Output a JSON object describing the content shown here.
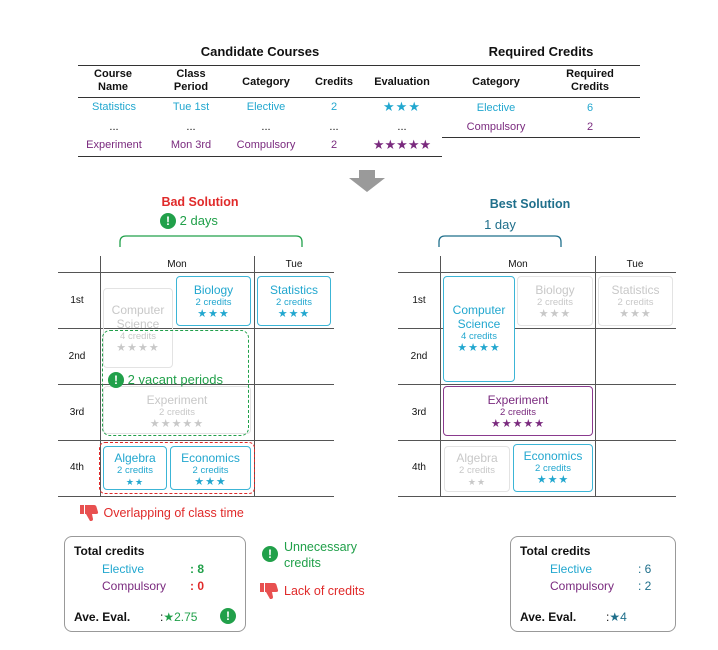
{
  "candidate": {
    "title": "Candidate Courses",
    "headers": [
      "Course\nName",
      "Class\nPeriod",
      "Category",
      "Credits",
      "Evaluation"
    ],
    "rows": [
      {
        "name": "Statistics",
        "period": "Tue 1st",
        "category": "Elective",
        "credits": "2",
        "evaluation": "★★★",
        "color": "#22a7cf"
      },
      {
        "name": "...",
        "period": "...",
        "category": "...",
        "credits": "...",
        "evaluation": "...",
        "color": "#111111"
      },
      {
        "name": "Experiment",
        "period": "Mon 3rd",
        "category": "Compulsory",
        "credits": "2",
        "evaluation": "★★★★★",
        "color": "#7a2a7e"
      }
    ]
  },
  "required": {
    "title": "Required Credits",
    "headers": [
      "Category",
      "Required\nCredits"
    ],
    "rows": [
      {
        "category": "Elective",
        "credits": "6",
        "color": "#22a7cf"
      },
      {
        "category": "Compulsory",
        "credits": "2",
        "color": "#7a2a7e"
      }
    ]
  },
  "bad": {
    "title": "Bad Solution",
    "days": "2 days",
    "col_mon": "Mon",
    "col_tue": "Tue",
    "rows": [
      "1st",
      "2nd",
      "3rd",
      "4th"
    ],
    "vacant": "2 vacant periods",
    "overlap": "Overlapping of class time",
    "summary": {
      "title": "Total credits",
      "elective_label": "Elective",
      "elective_value": ": 8",
      "compulsory_label": "Compulsory",
      "compulsory_value": ": 0",
      "avg_label": "Ave. Eval.",
      "avg_prefix": ":",
      "avg_value": "2.75"
    },
    "unnecessary": "Unnecessary\ncredits",
    "lack": "Lack of credits"
  },
  "best": {
    "title": "Best Solution",
    "days": "1 day",
    "col_mon": "Mon",
    "col_tue": "Tue",
    "rows": [
      "1st",
      "2nd",
      "3rd",
      "4th"
    ],
    "summary": {
      "title": "Total credits",
      "elective_label": "Elective",
      "elective_value": ": 6",
      "compulsory_label": "Compulsory",
      "compulsory_value": ": 2",
      "avg_label": "Ave. Eval.",
      "avg_prefix": ":",
      "avg_value": "4"
    }
  },
  "courses": {
    "biology": {
      "name": "Biology",
      "credits": "2 credits",
      "stars": "★★★"
    },
    "statistics": {
      "name": "Statistics",
      "credits": "2 credits",
      "stars": "★★★"
    },
    "computer": {
      "name": "Computer\nScience",
      "credits": "4 credits",
      "stars": "★★★★"
    },
    "experiment": {
      "name": "Experiment",
      "credits": "2 credits",
      "stars": "★★★★★"
    },
    "algebra": {
      "name": "Algebra",
      "credits": "2 credits",
      "stars": "★★"
    },
    "economics": {
      "name": "Economics",
      "credits": "2 credits",
      "stars": "★★★"
    }
  },
  "colors": {
    "elective": "#22a7cf",
    "compulsory": "#7a2a7e",
    "bad": "#e02a2a",
    "best": "#1f6f8b",
    "ok": "#21a04a"
  }
}
